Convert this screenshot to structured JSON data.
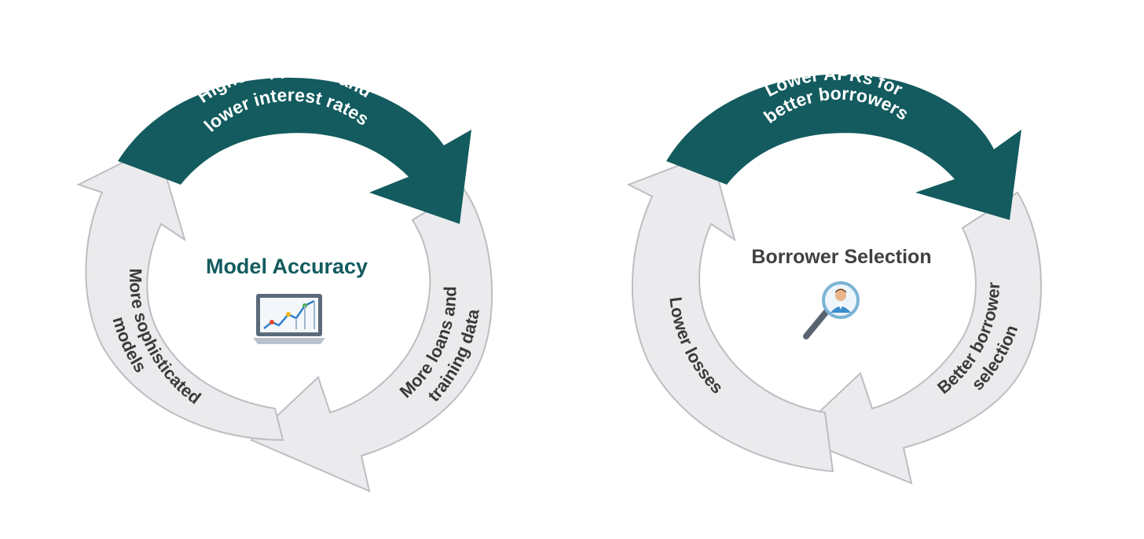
{
  "colors": {
    "accent": "#135b5e",
    "light_arrow": "#ebebed",
    "light_arrow_stroke": "#bdbec2",
    "label_dark": "#3a3a3a",
    "label_light": "#ffffff",
    "title_left": "#135b5e",
    "title_right": "#404040"
  },
  "cycles": [
    {
      "id": "model",
      "title": "Model Accuracy",
      "icon": "laptop-chart-icon",
      "top_arrow": {
        "lines": [
          "Higher approval and",
          "lower interest rates"
        ]
      },
      "right_arrow": {
        "lines": [
          "More loans and",
          "training data"
        ]
      },
      "left_arrow": {
        "lines": [
          "More sophisticated",
          "models"
        ]
      }
    },
    {
      "id": "borrower",
      "title": "Borrower Selection",
      "icon": "magnifier-person-icon",
      "top_arrow": {
        "lines": [
          "Lower APRs for",
          "better borrowers"
        ]
      },
      "right_arrow": {
        "lines": [
          "Better borrower",
          "selection"
        ]
      },
      "left_arrow": {
        "lines": [
          "Lower losses"
        ]
      }
    }
  ]
}
